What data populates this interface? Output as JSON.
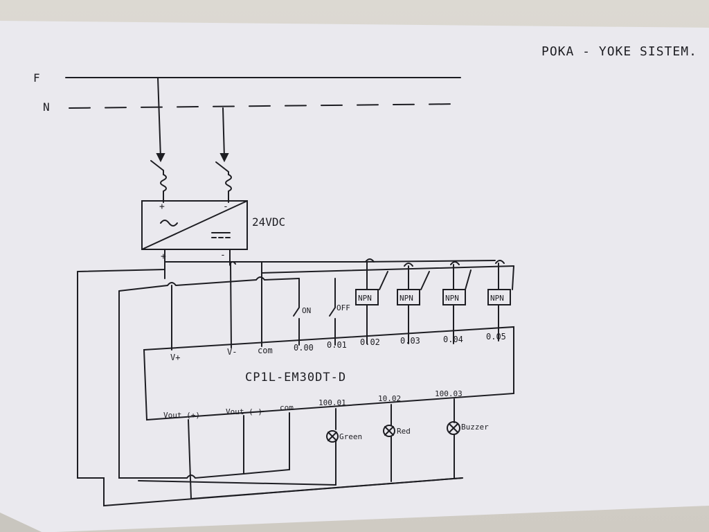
{
  "header": {
    "title": "POKA - YOKE SISTEM."
  },
  "supply": {
    "phase_label": "F",
    "neutral_label": "N"
  },
  "power_supply": {
    "label": "24VDC",
    "ac_symbol": "~",
    "dc_symbol": "=",
    "in_plus": "+",
    "in_minus": "-",
    "out_plus": "+",
    "out_minus": "-"
  },
  "plc": {
    "model": "CP1L-EM30DT-D",
    "top_terminals": [
      "V+",
      "V-",
      "com",
      "0.00",
      "0.01",
      "0.02",
      "0.03",
      "0.04",
      "0.05"
    ],
    "bottom_terminals": [
      "Vout (+)",
      "Vout (-)",
      "com",
      "100.01",
      "10.02",
      "100.03"
    ]
  },
  "inputs": {
    "switch_on": "ON",
    "switch_off": "OFF",
    "sensor_label": "NPN"
  },
  "outputs": {
    "lamp_green": "Green",
    "lamp_red": "Red",
    "buzzer": "Buzzer"
  },
  "colors": {
    "paper": "#eae9ee",
    "ink": "#1d1d22",
    "wall": "#d9d6cf"
  }
}
